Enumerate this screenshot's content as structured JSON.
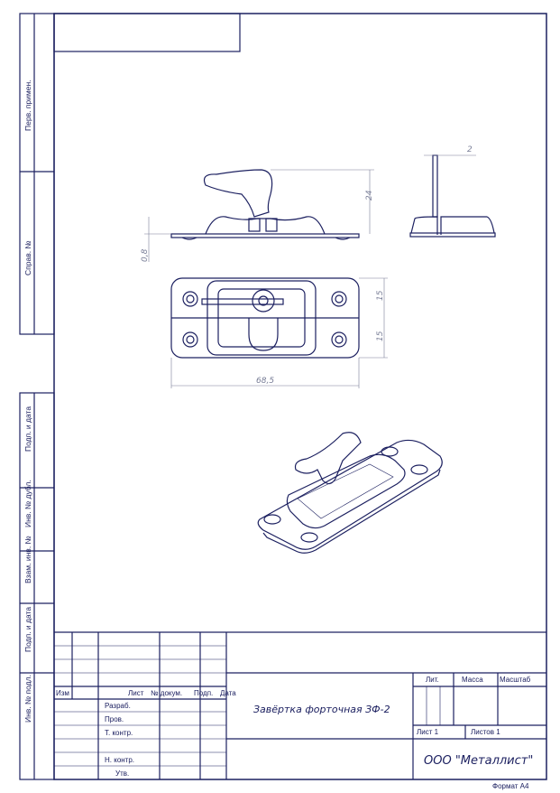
{
  "side_strip": [
    "Перв. примен.",
    "Справ. №",
    "Подп. и дата",
    "Инв. № дубл.",
    "Взам. инв. №",
    "Подп. и дата",
    "Инв. № подл."
  ],
  "dimensions": {
    "height": "24",
    "thickness": "2",
    "plate": "0,8",
    "half_top": "15",
    "half_bottom": "15",
    "length": "68,5"
  },
  "title_block": {
    "headers": {
      "izm": "Изм",
      "list": "Лист",
      "doc": "№ докум.",
      "sign": "Подп.",
      "date": "Дата"
    },
    "roles": [
      "Разраб.",
      "Пров.",
      "Т. контр.",
      "Н. контр.",
      "Утв."
    ],
    "title": "Завёртка форточная ЗФ-2",
    "lit": "Лит.",
    "mass": "Масса",
    "scale": "Масштаб",
    "sheet": "Лист 1",
    "sheets": "Листов 1",
    "company": "ООО \"Металлист\"",
    "format": "Формат А4"
  }
}
